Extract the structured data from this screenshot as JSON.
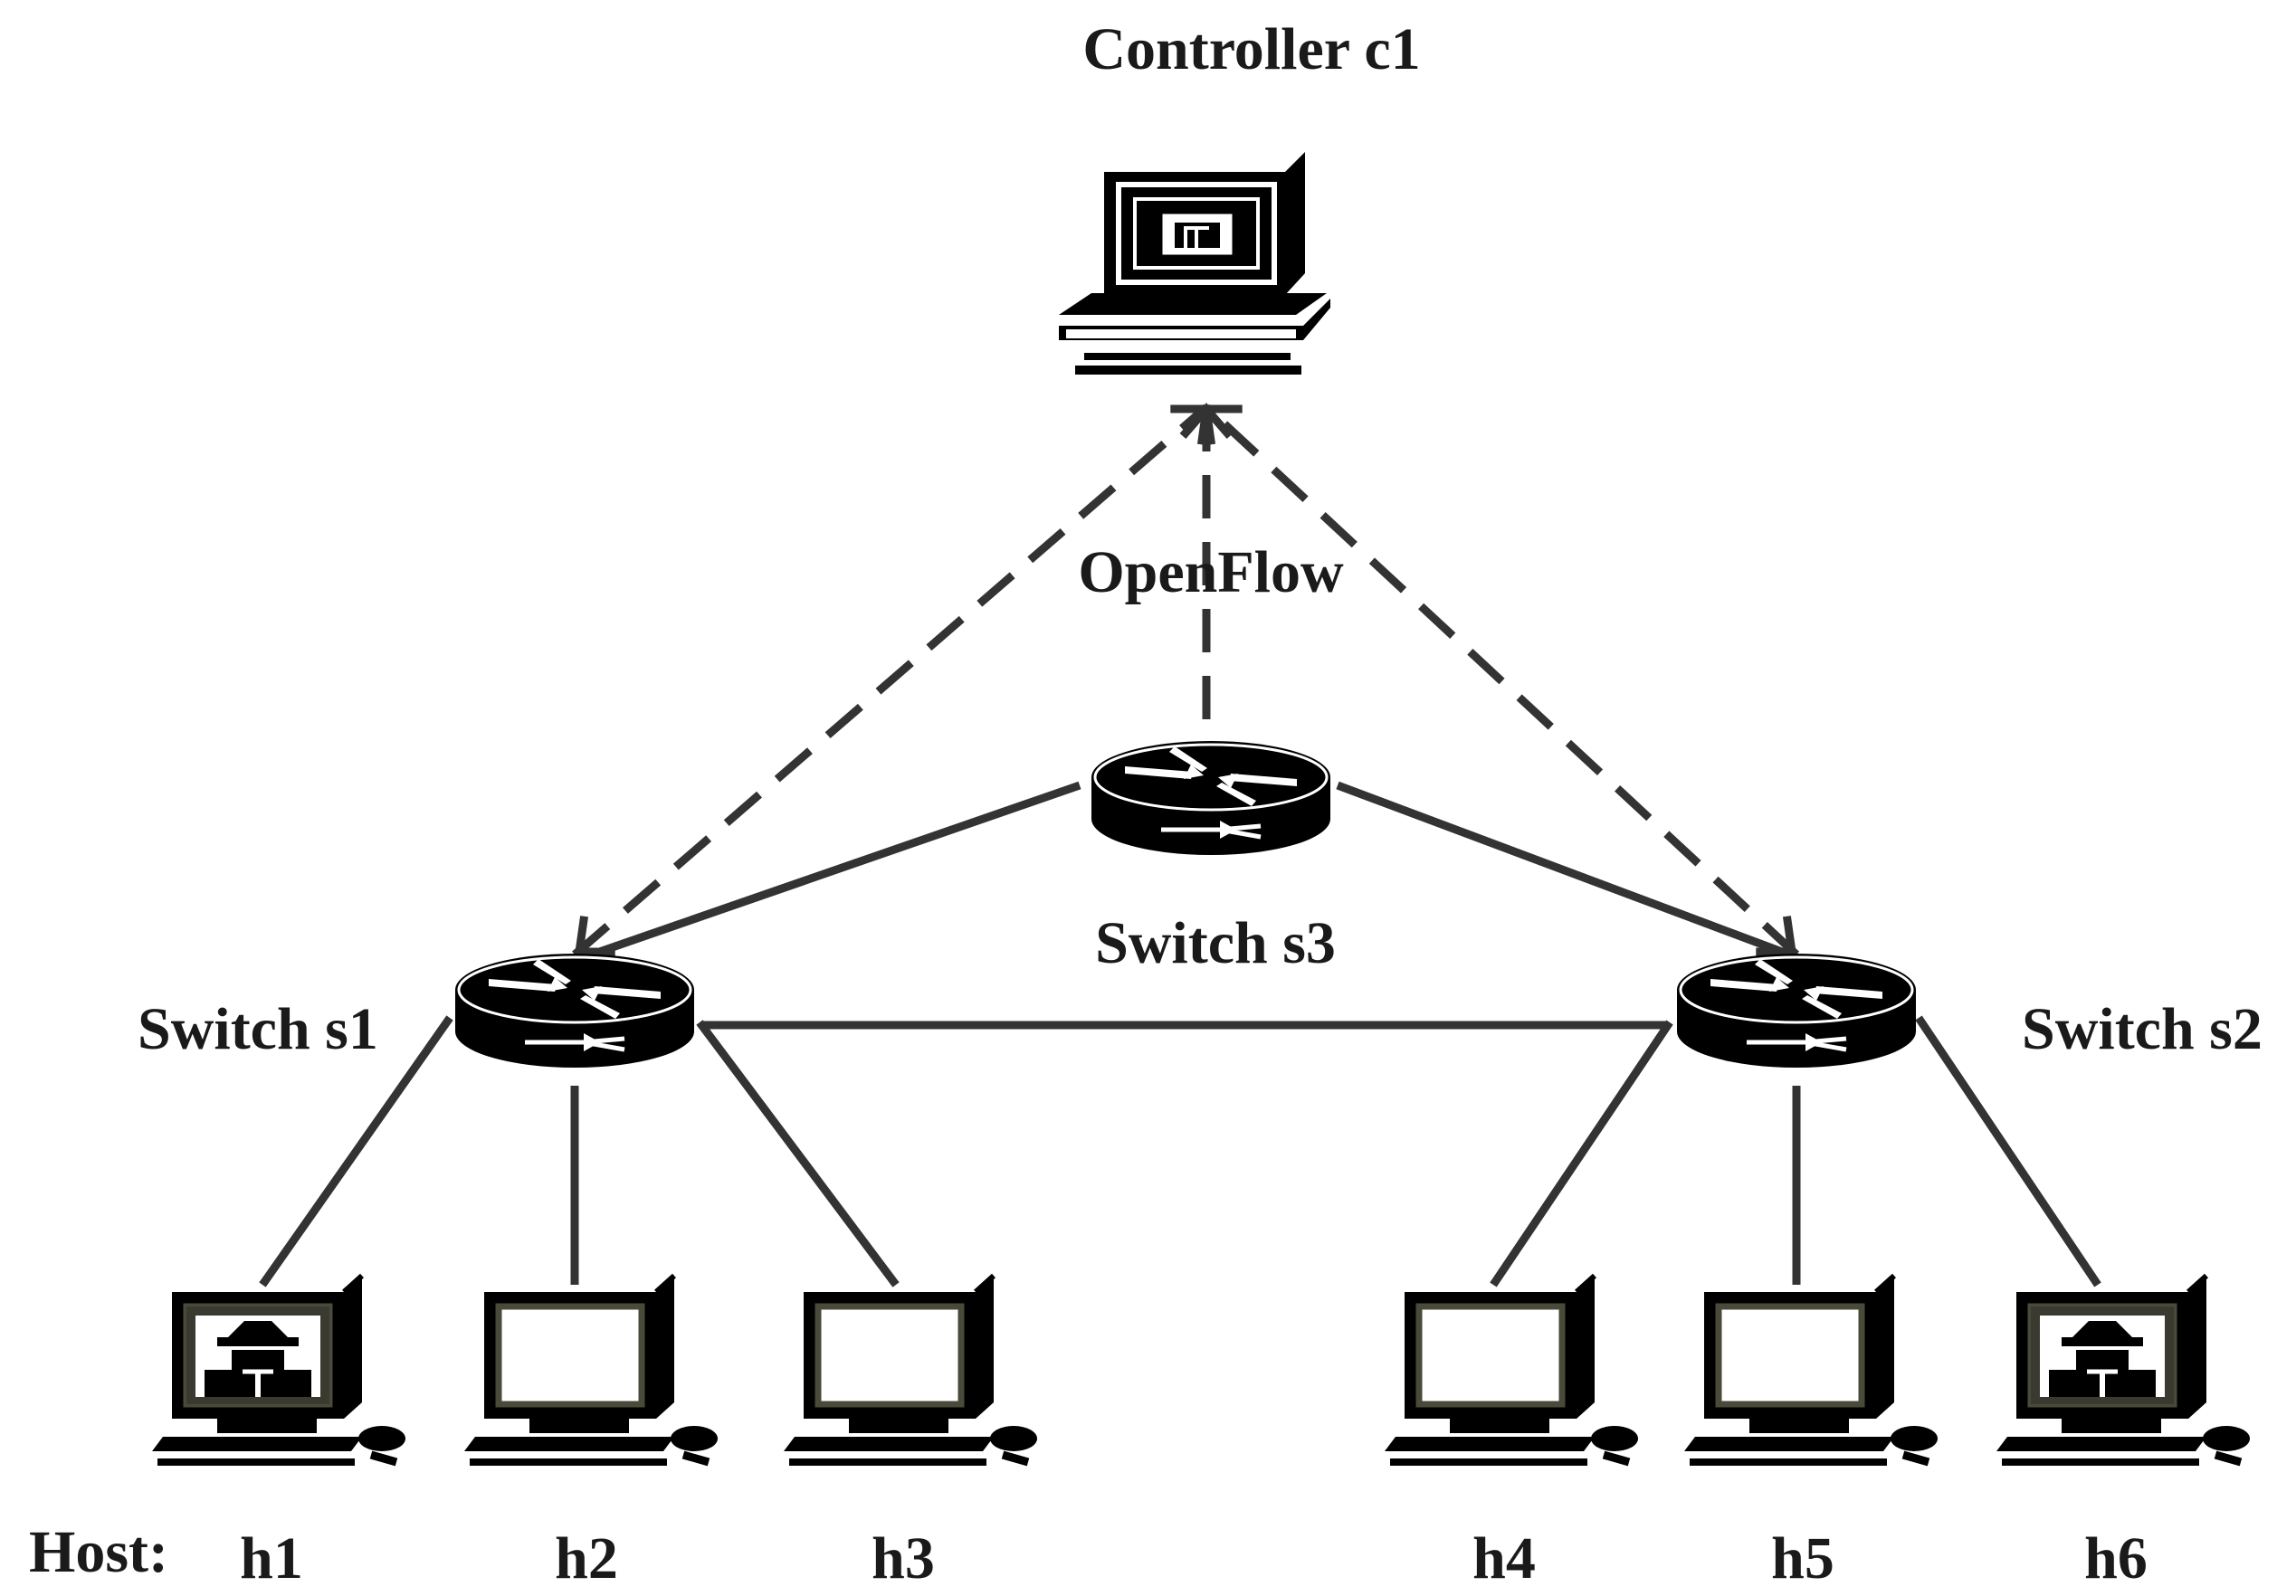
{
  "controller": {
    "label": "Controller c1"
  },
  "protocol": {
    "label": "OpenFlow"
  },
  "switches": [
    {
      "id": "s1",
      "label": "Switch s1"
    },
    {
      "id": "s2",
      "label": "Switch s2"
    },
    {
      "id": "s3",
      "label": "Switch s3"
    }
  ],
  "host_prefix": "Host:",
  "hosts": [
    {
      "id": "h1",
      "label": "h1",
      "screen": "hacker"
    },
    {
      "id": "h2",
      "label": "h2",
      "screen": "blank"
    },
    {
      "id": "h3",
      "label": "h3",
      "screen": "blank"
    },
    {
      "id": "h4",
      "label": "h4",
      "screen": "blank"
    },
    {
      "id": "h5",
      "label": "h5",
      "screen": "blank"
    },
    {
      "id": "h6",
      "label": "h6",
      "screen": "hacker"
    }
  ],
  "links": {
    "control": [
      [
        "s1",
        "c1"
      ],
      [
        "s3",
        "c1"
      ],
      [
        "s2",
        "c1"
      ]
    ],
    "data": [
      [
        "s1",
        "s3"
      ],
      [
        "s3",
        "s2"
      ],
      [
        "s1",
        "s2"
      ],
      [
        "s1",
        "h1"
      ],
      [
        "s1",
        "h2"
      ],
      [
        "s1",
        "h3"
      ],
      [
        "s2",
        "h4"
      ],
      [
        "s2",
        "h5"
      ],
      [
        "s2",
        "h6"
      ]
    ]
  },
  "colors": {
    "line": "#333333",
    "device": "#000000",
    "screen": "#ffffff",
    "screen_border": "#4a4a3a"
  }
}
